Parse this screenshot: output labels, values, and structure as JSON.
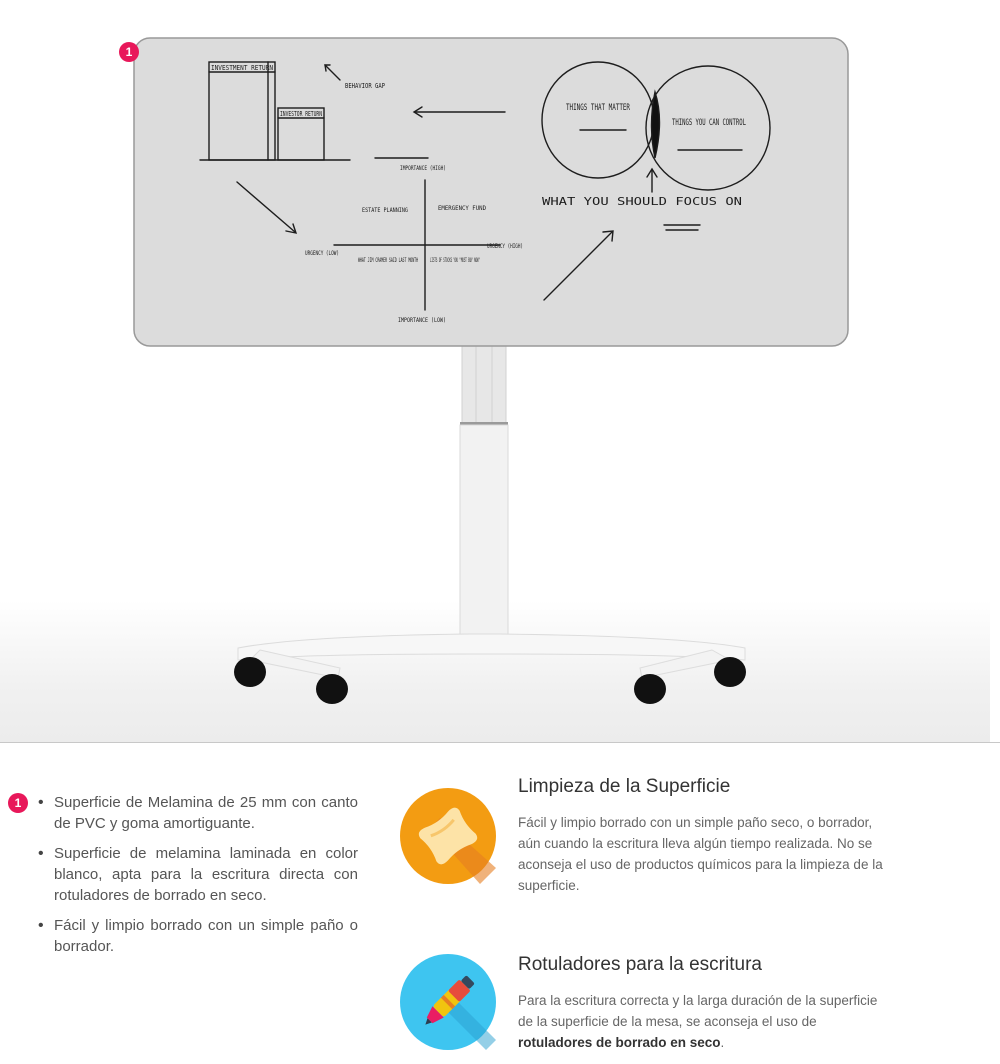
{
  "marker": "1",
  "whiteboard_sketch": {
    "investment_return": "INVESTMENT RETURN",
    "investor_return": "INVESTOR RETURN",
    "behavior_gap": "BEHAVIOR GAP",
    "importance_high": "IMPORTANCE (HIGH)",
    "estate_planning": "ESTATE PLANNING",
    "emergency_fund": "EMERGENCY FUND",
    "urgency_low": "URGENCY (LOW)",
    "urgency_high": "URGENCY (HIGH)",
    "jim_cramer": "WHAT JIM CRAMER SAID LAST MONTH",
    "lists_of_stocks": "LISTS OF STOCKS YOU \"MUST BUY NOW\"",
    "importance_low": "IMPORTANCE (LOW)",
    "things_that_matter": "THINGS THAT MATTER",
    "things_you_can_control": "THINGS YOU CAN CONTROL",
    "focus_on": "WHAT YOU SHOULD FOCUS ON"
  },
  "features_list": [
    "Superficie de Melamina de 25 mm con canto de PVC y goma amortiguante.",
    "Superficie de melamina laminada en color blanco, apta para la escritura directa con rotuladores de borrado en seco.",
    "Fácil y limpio borrado con un simple paño o borrador."
  ],
  "cleaning": {
    "title": "Limpieza de la Superficie",
    "text": "Fácil y limpio borrado con un simple paño seco, o borrador, aún cuando la escritura lleva algún tiempo realizada. No se aconseja el uso de productos químicos para la limpieza de la superficie."
  },
  "markers": {
    "title": "Rotuladores para la escritura",
    "text_before": "Para la escritura correcta y la larga duración de la superficie de la superficie de la mesa, se aconseja el uso de ",
    "text_bold": "rotuladores de borrado en seco",
    "text_after": "."
  },
  "colors": {
    "badge": "#e8185a",
    "cleaning_icon_bg": "#f39c12",
    "markers_icon_bg": "#3ec5f0"
  }
}
